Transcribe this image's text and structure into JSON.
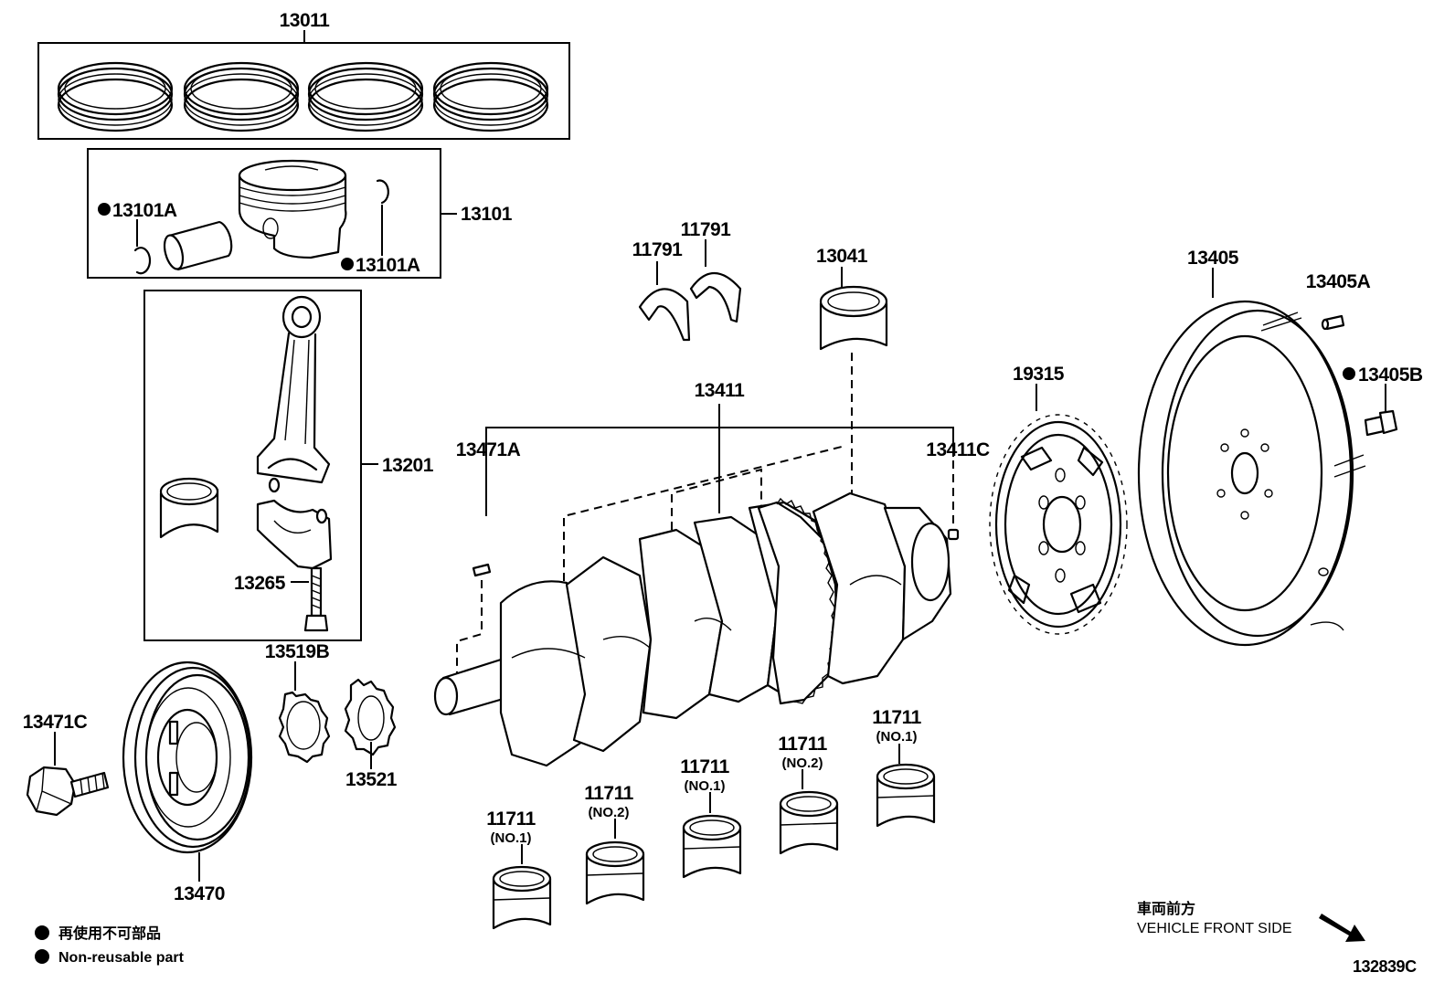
{
  "labels": {
    "p13011": "13011",
    "p13101": "13101",
    "p13101a_1": "13101A",
    "p13101a_2": "13101A",
    "p13201": "13201",
    "p13265": "13265",
    "p13519b": "13519B",
    "p13521": "13521",
    "p13471c": "13471C",
    "p13470": "13470",
    "p11791_1": "11791",
    "p11791_2": "11791",
    "p13041": "13041",
    "p13411": "13411",
    "p13471a": "13471A",
    "p13411c": "13411C",
    "p19315": "19315",
    "p13405": "13405",
    "p13405a": "13405A",
    "p13405b": "13405B",
    "b1_num": "11711",
    "b1_sub": "(NO.1)",
    "b2_num": "11711",
    "b2_sub": "(NO.2)",
    "b3_num": "11711",
    "b3_sub": "(NO.1)",
    "b4_num": "11711",
    "b4_sub": "(NO.2)",
    "b5_num": "11711",
    "b5_sub": "(NO.1)"
  },
  "legend": {
    "jp": "再使用不可部品",
    "en": "Non-reusable part"
  },
  "orientation": {
    "jp": "車両前方",
    "en": "VEHICLE FRONT SIDE"
  },
  "diagram_id": "132839C"
}
